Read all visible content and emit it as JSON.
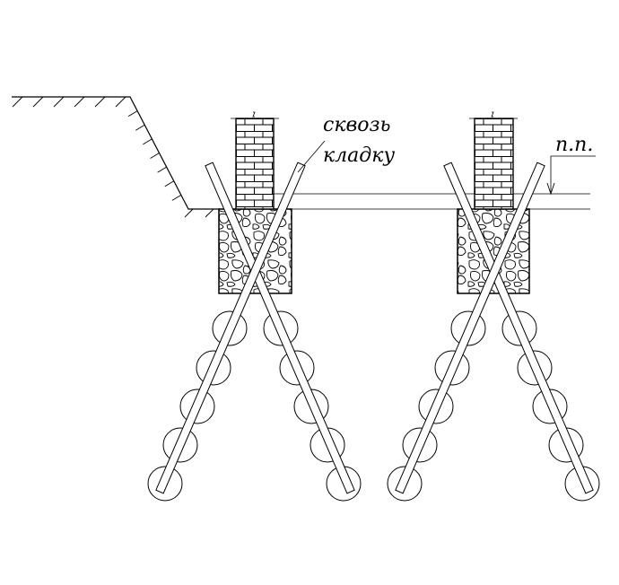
{
  "labels": {
    "through_line1": "сквозь",
    "through_line2": "кладку",
    "ground_water_level": "п.п."
  }
}
